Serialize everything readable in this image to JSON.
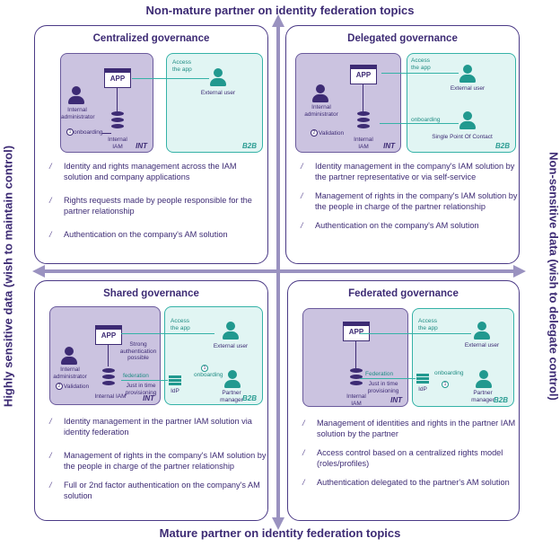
{
  "axes": {
    "top": "Non-mature partner on identity federation topics",
    "bottom": "Mature partner on identity federation topics",
    "left": "Highly sensitive data (wish to maintain control)",
    "right": "Non-sensitive data (wish to delegate control)"
  },
  "colors": {
    "purple": "#3d2b74",
    "int_bg": "#cbc3e0",
    "b2b_bg": "#e1f5f3",
    "teal": "#21998f",
    "axis": "#9a92c0"
  },
  "quadrants": {
    "centralized": {
      "title": "Centralized governance",
      "app": "APP",
      "access": "Access the app",
      "external_user": "External user",
      "internal_admin": "Internal administrator",
      "onboarding": "onboarding",
      "internal_iam": "Internal IAM",
      "int_tag": "INT",
      "b2b_tag": "B2B",
      "bullets": [
        "Identity and rights management across the IAM solution and company applications",
        "Rights requests made by people responsible for the partner relationship",
        "Authentication on the company's AM solution"
      ]
    },
    "delegated": {
      "title": "Delegated governance",
      "app": "APP",
      "access": "Access the app",
      "external_user": "External user",
      "internal_admin": "Internal administrator",
      "validation": "Validation",
      "internal_iam": "Internal IAM",
      "onboarding": "onboarding",
      "spoc": "Single Point Of Contact",
      "int_tag": "INT",
      "b2b_tag": "B2B",
      "bullets": [
        "Identity management in the company's IAM solution by the partner representative or via self-service",
        "Management of rights in the company's IAM solution by the people in charge of the partner relationship",
        "Authentication on the company's AM solution"
      ]
    },
    "shared": {
      "title": "Shared governance",
      "app": "APP",
      "access": "Access the app",
      "external_user": "External user",
      "strong_auth": "Strong authentication possible",
      "internal_admin": "Internal administrator",
      "validation": "Validation",
      "internal_iam": "Internal IAM",
      "federation": "federation",
      "jit": "Just in time provisioning",
      "idp": "IdP",
      "onboarding": "onboarding",
      "partner_manager": "Partner manager",
      "int_tag": "INT",
      "b2b_tag": "B2B",
      "bullets": [
        "Identity management in the partner IAM solution via identity federation",
        "Management of rights in the company's IAM solution by the people in charge of the partner relationship",
        "Full or 2nd factor authentication on the company's AM solution"
      ]
    },
    "federated": {
      "title": "Federated governance",
      "app": "APP",
      "access": "Access the app",
      "external_user": "External user",
      "internal_iam": "Internal IAM",
      "federation": "Federation",
      "jit": "Just in time provisioning",
      "idp": "IdP",
      "onboarding": "onboarding",
      "partner_manager": "Partner manager",
      "int_tag": "INT",
      "b2b_tag": "B2B",
      "bullets": [
        "Management of identities and rights in the partner IAM solution by the partner",
        "Access control based on a centralized rights model (roles/profiles)",
        "Authentication delegated to the partner's AM solution"
      ]
    }
  }
}
